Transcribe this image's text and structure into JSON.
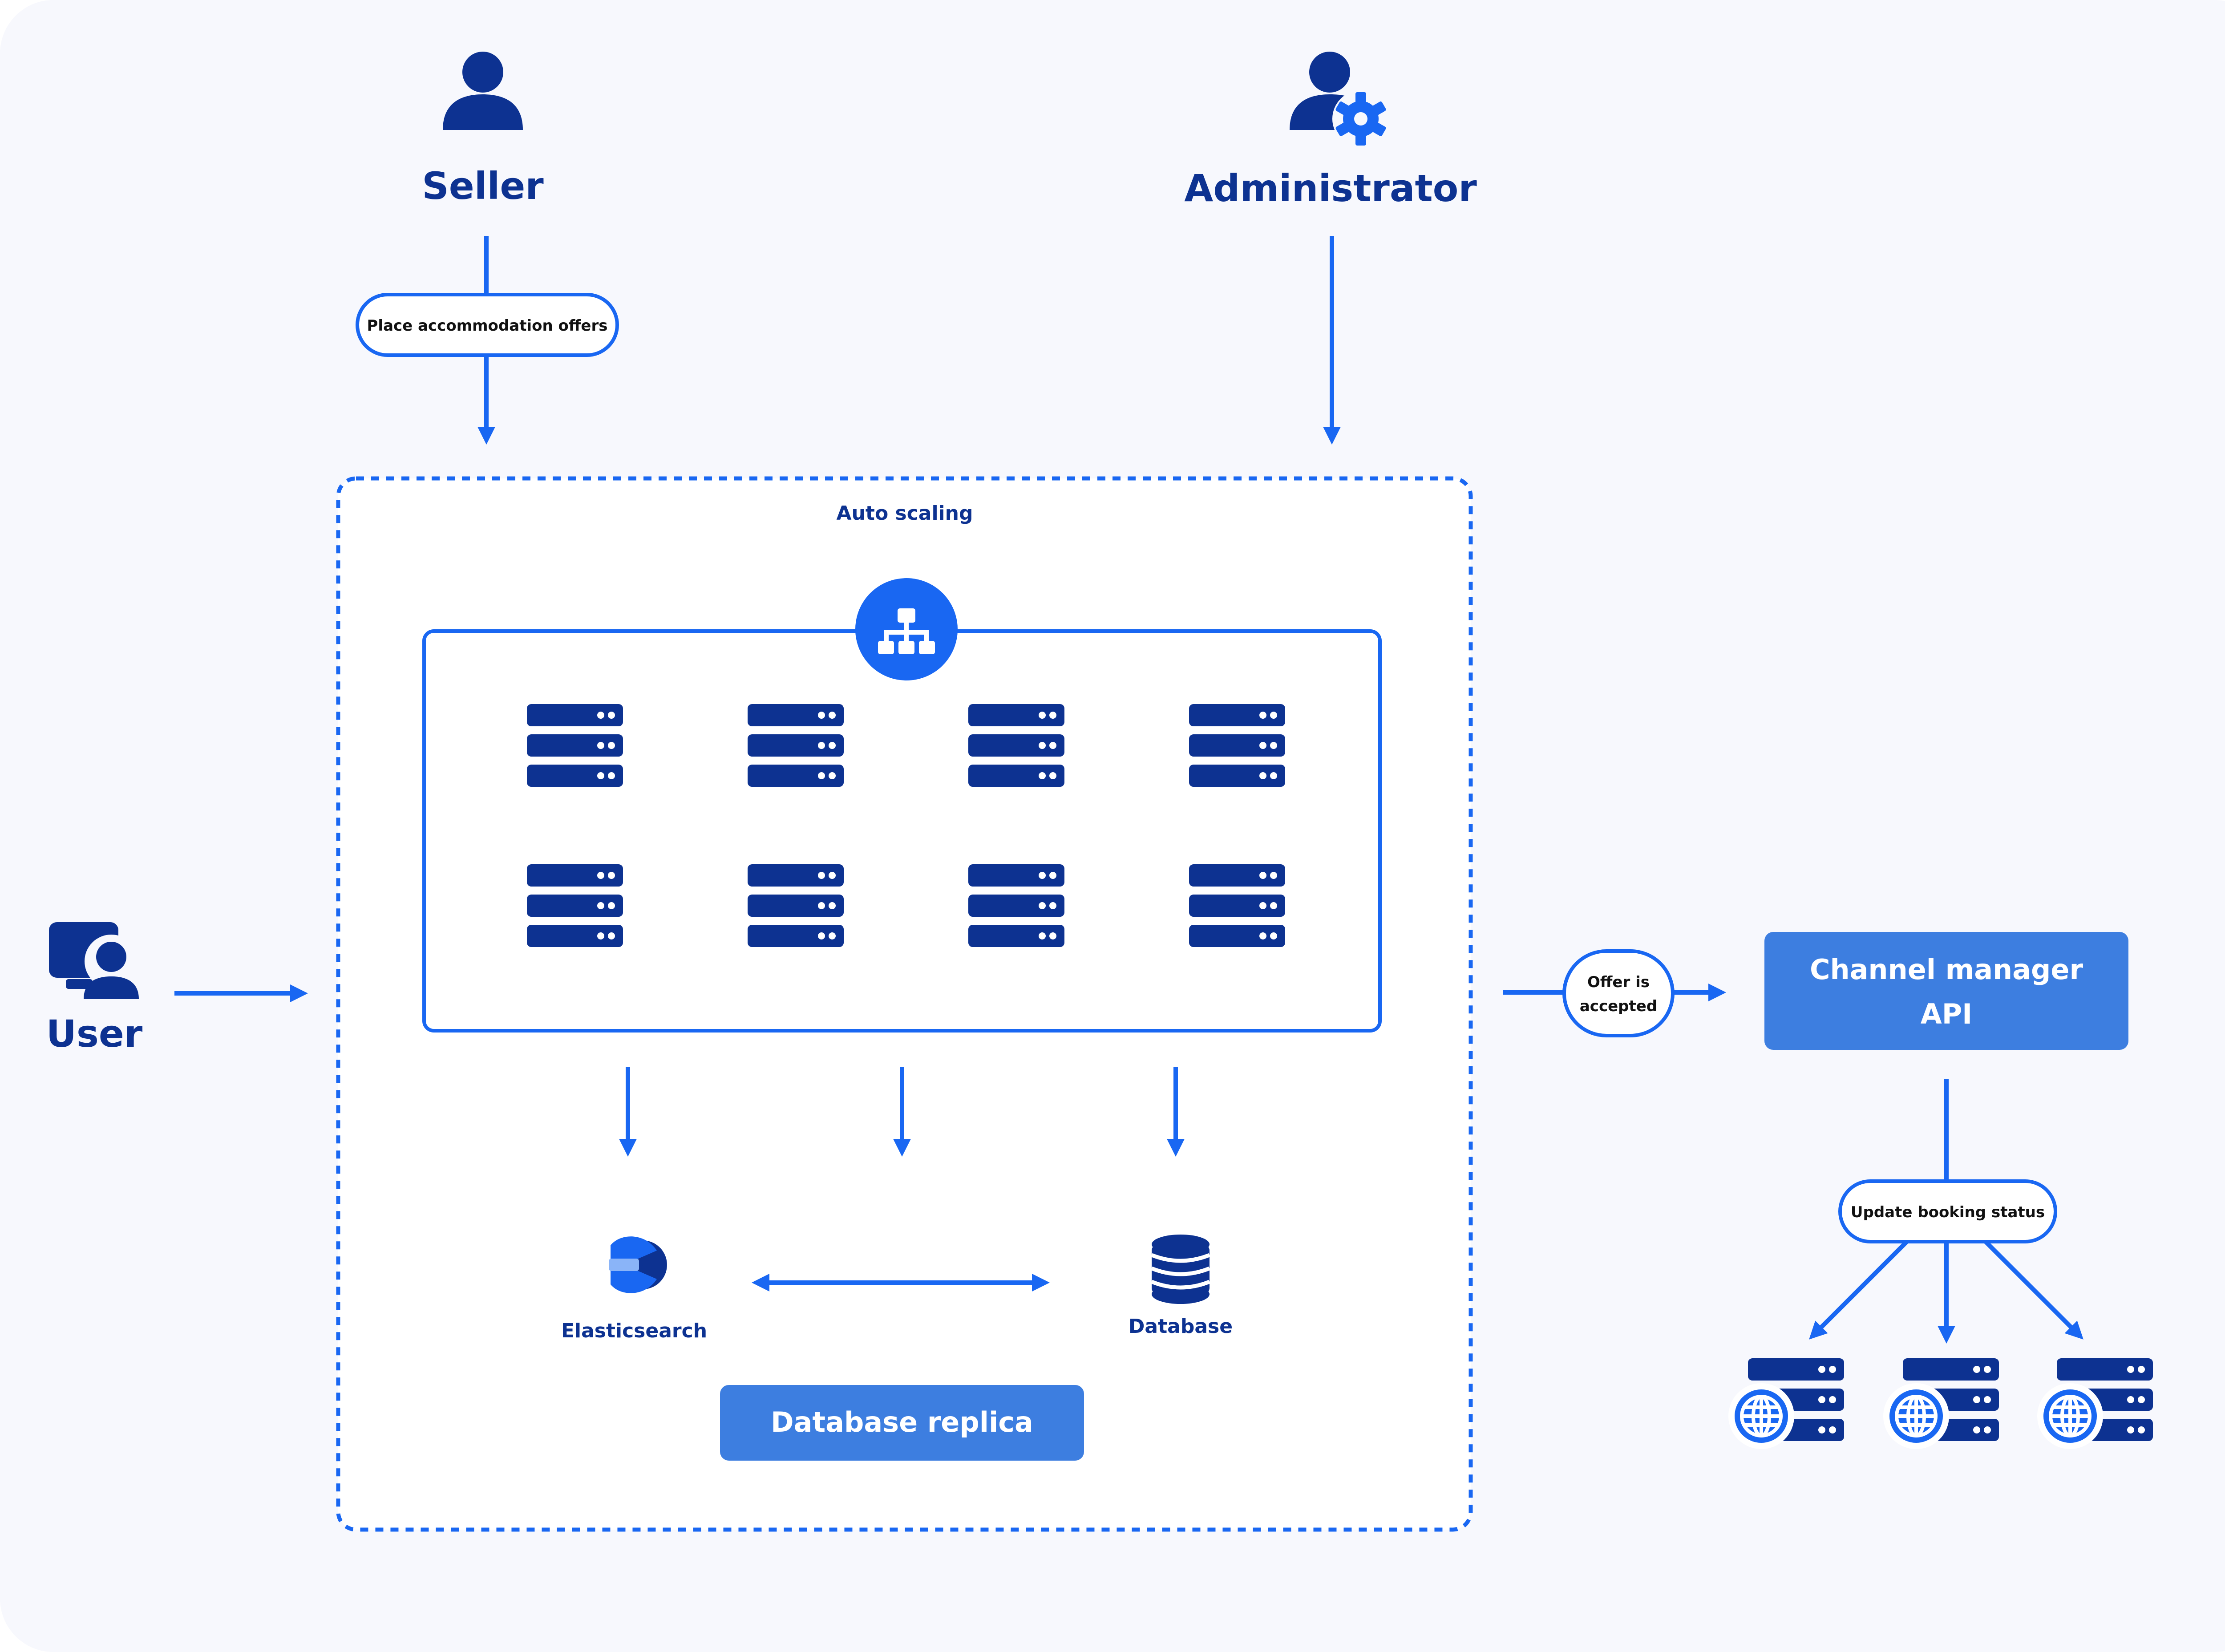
{
  "actors": {
    "seller": "Seller",
    "administrator": "Administrator",
    "user": "User"
  },
  "labels": {
    "place_offers": "Place accommodation offers",
    "auto_scaling": "Auto scaling",
    "offer_accepted_line1": "Offer is",
    "offer_accepted_line2": "accepted",
    "channel_manager_line1": "Channel manager",
    "channel_manager_line2": "API",
    "update_booking": "Update booking status",
    "elasticsearch": "Elasticsearch",
    "database": "Database",
    "database_replica": "Database replica"
  },
  "colors": {
    "background": "#f7f8fd",
    "dark_blue": "#0d3291",
    "bright_blue": "#1967f2",
    "button_blue": "#3d7ee0",
    "white": "#ffffff"
  },
  "icons": {
    "seller": "person-icon",
    "administrator": "admin-gear-icon",
    "user": "monitor-user-icon",
    "load_balancer": "sitemap-icon",
    "server": "server-rack-icon",
    "elasticsearch": "elasticsearch-logo-icon",
    "database": "database-cylinder-icon",
    "web_server": "globe-server-icon"
  }
}
